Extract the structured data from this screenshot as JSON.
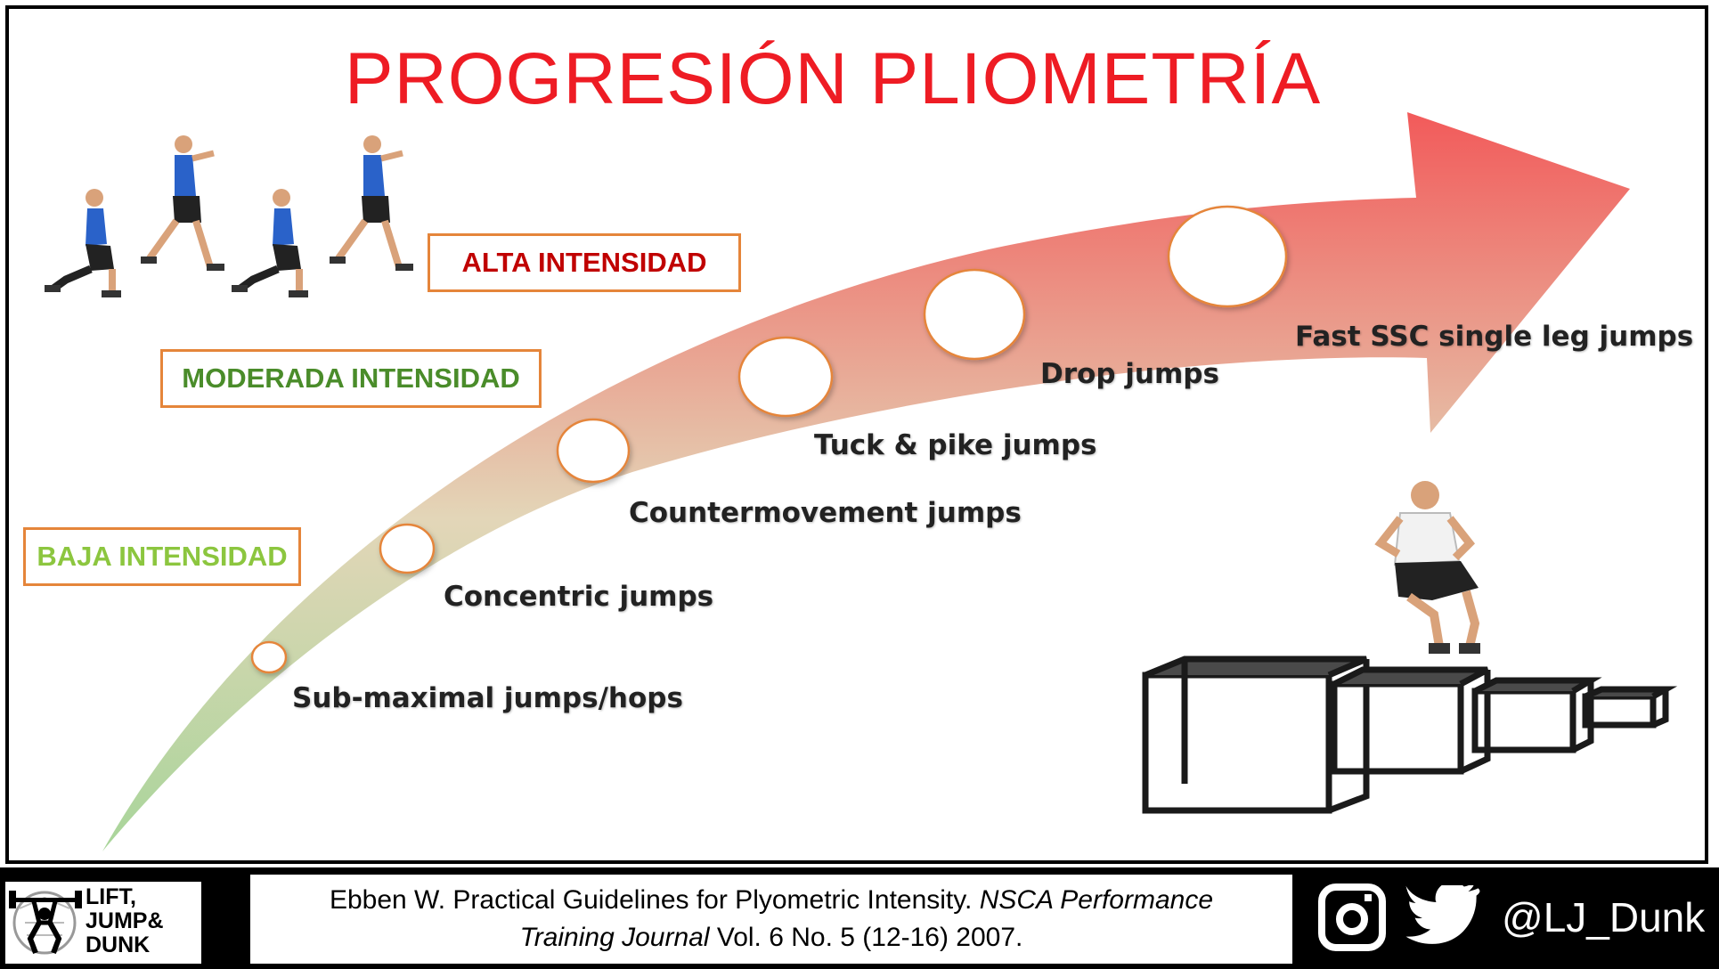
{
  "title": "PROGRESIÓN PLIOMETRÍA",
  "intensity_levels": {
    "high": {
      "label": "ALTA INTENSIDAD",
      "color": "#c00000"
    },
    "moderate": {
      "label": "MODERADA INTENSIDAD",
      "color": "#4a8c2a"
    },
    "low": {
      "label": "BAJA INTENSIDAD",
      "color": "#8cc63f"
    }
  },
  "box_border_color": "#e5853a",
  "arrow_colors": {
    "start": "#a8d59a",
    "end": "#f25a5a"
  },
  "stages": [
    {
      "label": "Sub-maximal jumps/hops"
    },
    {
      "label": "Concentric jumps"
    },
    {
      "label": "Countermovement jumps"
    },
    {
      "label": "Tuck & pike jumps"
    },
    {
      "label": "Drop jumps"
    },
    {
      "label": "Fast SSC single leg jumps"
    }
  ],
  "footer": {
    "logo_text": [
      "LIFT,",
      "JUMP&",
      "DUNK"
    ],
    "citation_line1_a": "Ebben W. Practical Guidelines for Plyometric Intensity. ",
    "citation_line1_b": "NSCA Performance",
    "citation_line2_a": "Training Journal",
    "citation_line2_b": " Vol. 6 No. 5 (12-16) 2007.",
    "handle": "@LJ_Dunk"
  },
  "icons": [
    "instagram-icon",
    "twitter-icon"
  ]
}
